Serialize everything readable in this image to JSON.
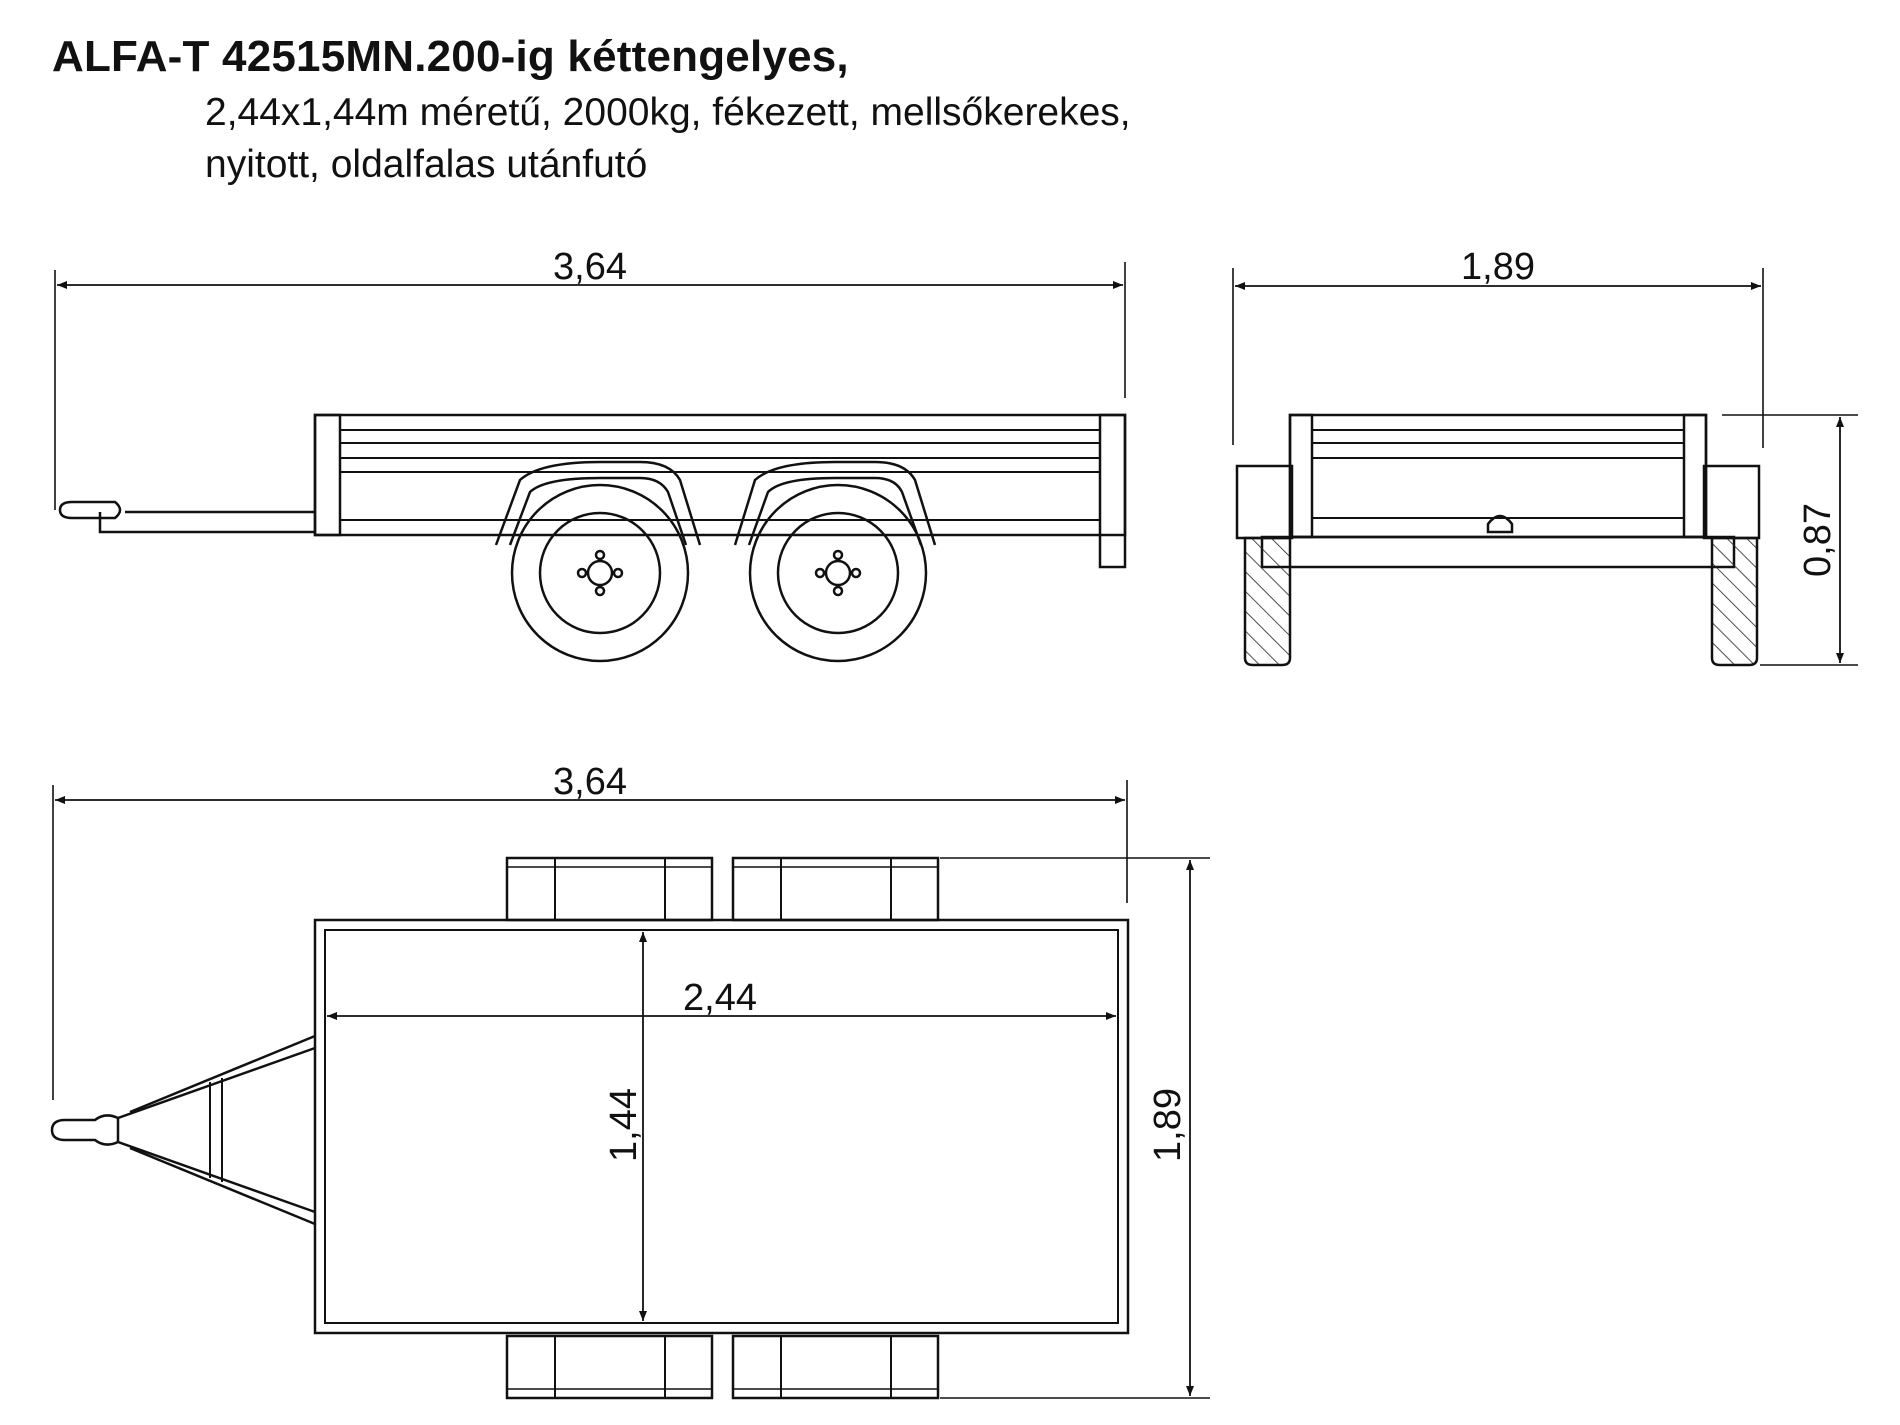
{
  "title": "ALFA-T 42515MN.200-ig kéttengelyes,",
  "subtitle_line1": "2,44x1,44m méretű, 2000kg, fékezett, mellsőkerekes,",
  "subtitle_line2": "nyitott, oldalfalas utánfutó",
  "side_view": {
    "length_label": "3,64"
  },
  "front_view": {
    "width_label": "1,89",
    "height_label": "0,87"
  },
  "top_view": {
    "length_label": "3,64",
    "bed_length_label": "2,44",
    "bed_width_label": "1,44",
    "total_width_label": "1,89"
  }
}
